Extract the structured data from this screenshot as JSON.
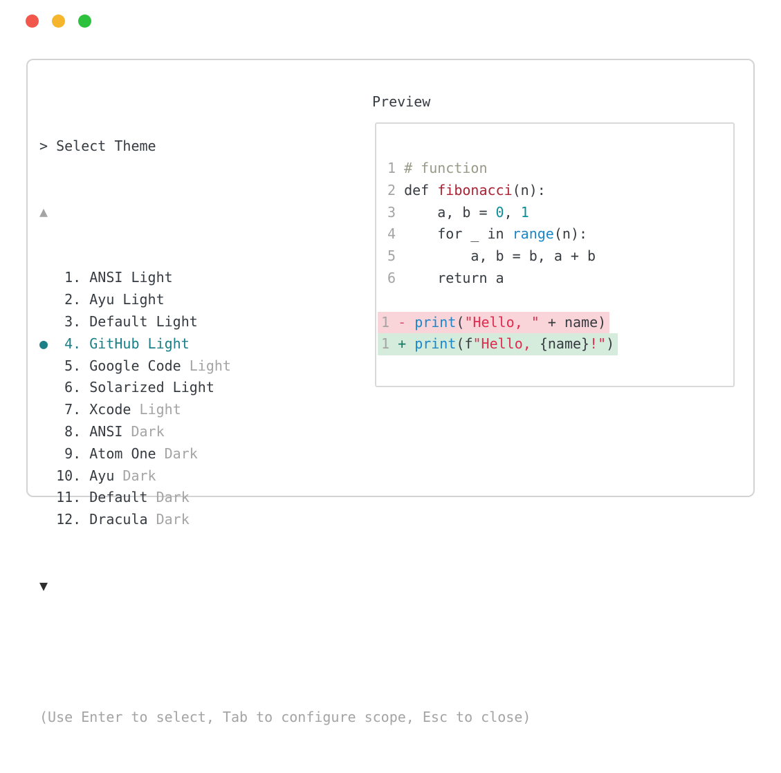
{
  "window": {
    "traffic_lights": [
      {
        "name": "close",
        "color": "#f2574c"
      },
      {
        "name": "minimize",
        "color": "#f5b52d"
      },
      {
        "name": "zoom",
        "color": "#2ec13e"
      }
    ]
  },
  "prompt": {
    "caret": ">",
    "title": "Select Theme"
  },
  "list": {
    "up_arrow": "▲",
    "down_arrow": "▼",
    "selected_bullet": "●",
    "items": [
      {
        "num": "1",
        "name": "ANSI Light",
        "dim": "",
        "selected": false
      },
      {
        "num": "2",
        "name": "Ayu Light",
        "dim": "",
        "selected": false
      },
      {
        "num": "3",
        "name": "Default Light",
        "dim": "",
        "selected": false
      },
      {
        "num": "4",
        "name": "GitHub Light",
        "dim": "",
        "selected": true
      },
      {
        "num": "5",
        "name": "Google Code",
        "dim": "Light",
        "selected": false
      },
      {
        "num": "6",
        "name": "Solarized Light",
        "dim": "",
        "selected": false
      },
      {
        "num": "7",
        "name": "Xcode",
        "dim": "Light",
        "selected": false
      },
      {
        "num": "8",
        "name": "ANSI",
        "dim": "Dark",
        "selected": false
      },
      {
        "num": "9",
        "name": "Atom One",
        "dim": "Dark",
        "selected": false
      },
      {
        "num": "10",
        "name": "Ayu",
        "dim": "Dark",
        "selected": false
      },
      {
        "num": "11",
        "name": "Default",
        "dim": "Dark",
        "selected": false
      },
      {
        "num": "12",
        "name": "Dracula",
        "dim": "Dark",
        "selected": false
      }
    ]
  },
  "preview": {
    "label": "Preview",
    "code_lines": [
      {
        "num": "1",
        "segs": [
          [
            "# function",
            "comment"
          ]
        ]
      },
      {
        "num": "2",
        "segs": [
          [
            "def ",
            "plain"
          ],
          [
            "fibonacci",
            "func"
          ],
          [
            "(n):",
            "plain"
          ]
        ]
      },
      {
        "num": "3",
        "segs": [
          [
            "    a, b = ",
            "plain"
          ],
          [
            "0",
            "number"
          ],
          [
            ", ",
            "plain"
          ],
          [
            "1",
            "number"
          ]
        ]
      },
      {
        "num": "4",
        "segs": [
          [
            "    for _ in ",
            "plain"
          ],
          [
            "range",
            "builtin"
          ],
          [
            "(n):",
            "plain"
          ]
        ]
      },
      {
        "num": "5",
        "segs": [
          [
            "        a, b = b, a + b",
            "plain"
          ]
        ]
      },
      {
        "num": "6",
        "segs": [
          [
            "    return a",
            "plain"
          ]
        ]
      }
    ],
    "diff_lines": [
      {
        "num": "1",
        "kind": "removed",
        "segs": [
          [
            "- ",
            "minus"
          ],
          [
            "print",
            "builtin"
          ],
          [
            "(",
            "plain"
          ],
          [
            "\"Hello, \"",
            "string"
          ],
          [
            " + name)",
            "plain"
          ]
        ]
      },
      {
        "num": "1",
        "kind": "added",
        "segs": [
          [
            "+ ",
            "plus"
          ],
          [
            "print",
            "builtin"
          ],
          [
            "(f",
            "plain"
          ],
          [
            "\"Hello, ",
            "string"
          ],
          [
            "{name}",
            "plain"
          ],
          [
            "!\"",
            "string"
          ],
          [
            ")",
            "plain"
          ]
        ]
      }
    ]
  },
  "footer": {
    "hint": "(Use Enter to select, Tab to configure scope, Esc to close)"
  },
  "colors": {
    "plain": "#363b41",
    "dim": "#a4a4a4",
    "comment": "#999988",
    "func": "#aa2233",
    "number": "#0b8f96",
    "builtin": "#1b87c9",
    "string": "#e02b50",
    "minus": "#d9536a",
    "plus": "#117a63",
    "accent": "#1a7f87",
    "removed_bg": "#f9d4d8",
    "added_bg": "#d5ebdc",
    "window_border": "#d3d3d3",
    "preview_border": "#d9d9d9",
    "light_red": "#f2574c",
    "light_yellow": "#f5b52d",
    "light_green": "#2ec13e"
  }
}
